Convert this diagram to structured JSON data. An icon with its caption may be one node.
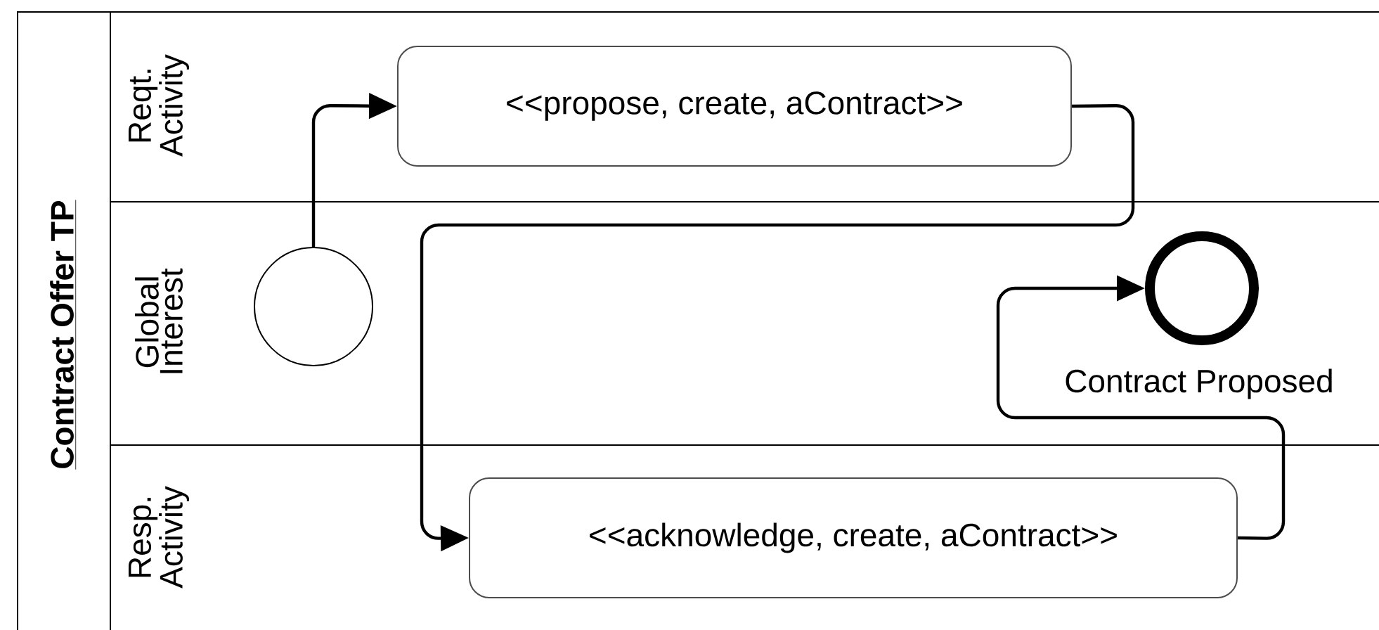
{
  "diagram": {
    "nodes": [
      {
        "text": [
          "Contract Offer TP"
        ]
      },
      {
        "text": [
          "Reqt. Activity"
        ],
        "in": 0
      },
      {
        "text": [
          "Global Interest"
        ],
        "in": 0
      },
      {
        "text": [
          "Resp. Activity"
        ],
        "in": 0
      },
      {
        "text": [],
        "shape": "circle",
        "in": 2
      },
      {
        "text": [
          "<<propose, create, aContract>>"
        ],
        "in": 1
      },
      {
        "text": [],
        "shape": "circle",
        "in": 2,
        "beside": [
          "Contract Proposed"
        ]
      },
      {
        "text": [
          "<<acknowledge, create, aContract>>"
        ],
        "in": 3
      }
    ],
    "edges": [
      {
        "from": 4,
        "to": 5,
        "arrow": "to"
      },
      {
        "from": 5,
        "to": 7,
        "arrow": "to"
      },
      {
        "from": 7,
        "to": 6,
        "arrow": "to"
      }
    ]
  }
}
